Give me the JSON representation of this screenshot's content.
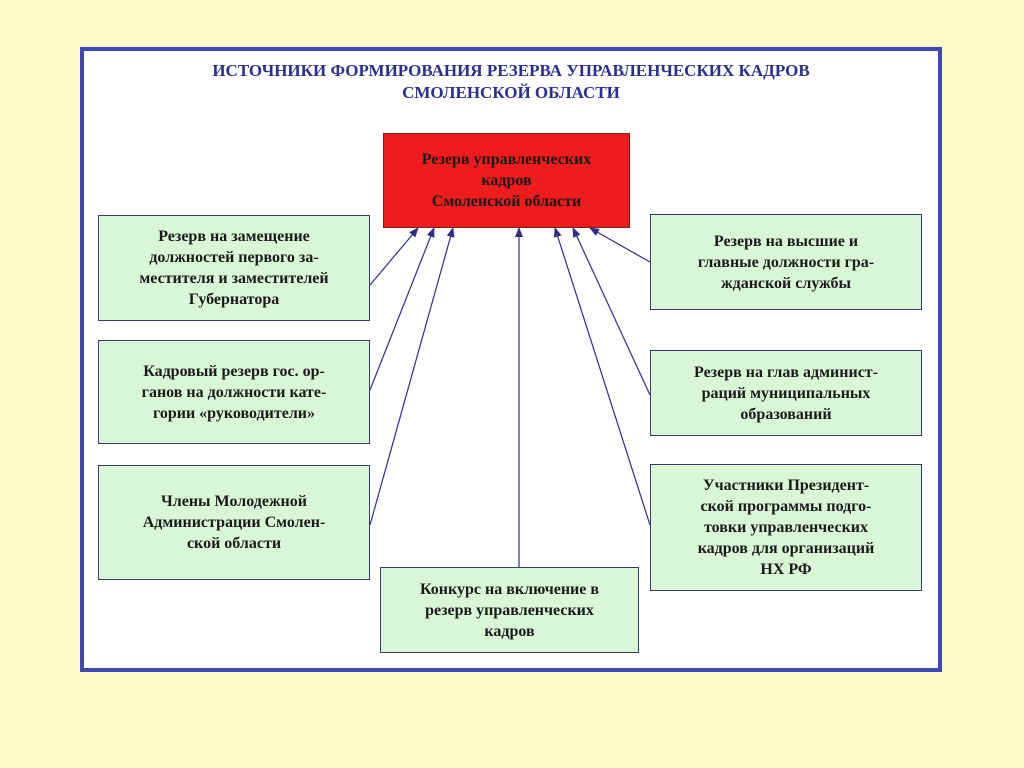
{
  "title": {
    "line1": "ИСТОЧНИКИ ФОРМИРОВАНИЯ РЕЗЕРВА УПРАВЛЕНЧЕСКИХ КАДРОВ",
    "line2": "СМОЛЕНСКОЙ ОБЛАСТИ"
  },
  "center_node": {
    "lines": [
      "Резерв управленческих",
      "кадров",
      "Смоленской области"
    ]
  },
  "left_nodes": [
    {
      "lines": [
        "Резерв на замещение",
        "должностей первого за-",
        "местителя и заместителей",
        "Губернатора"
      ]
    },
    {
      "lines": [
        "Кадровый резерв гос. ор-",
        "ганов на должности кате-",
        "гории «руководители»"
      ]
    },
    {
      "lines": [
        "Члены Молодежной",
        "Администрации Смолен-",
        "ской области"
      ]
    }
  ],
  "bottom_node": {
    "lines": [
      "Конкурс на включение в",
      "резерв управленческих",
      "кадров"
    ]
  },
  "right_nodes": [
    {
      "lines": [
        "Резерв на высшие и",
        "главные должности гра-",
        "жданской службы"
      ]
    },
    {
      "lines": [
        "Резерв на глав админист-",
        "раций муниципальных",
        "образований"
      ]
    },
    {
      "lines": [
        "Участники Президент-",
        "ской программы подго-",
        "товки управленческих",
        "кадров для организаций",
        "НХ РФ"
      ]
    }
  ],
  "colors": {
    "frame": "#3d48b5",
    "title": "#2b2f8f",
    "box_fill": "#d9f7d6",
    "center_fill": "#ee1c1c",
    "arrow": "#2e2e8a"
  }
}
